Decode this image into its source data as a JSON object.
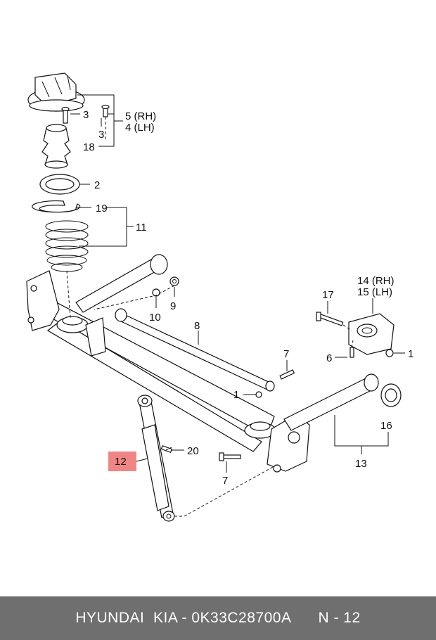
{
  "colors": {
    "highlight": "#f08585",
    "footer_bg": "#6f6f6f",
    "footer_text": "#ffffff"
  },
  "callouts": {
    "c1a": "1",
    "c1b": "1",
    "c2": "2",
    "c3a": "3",
    "c3b": "3",
    "c5rh": "5 (RH)",
    "c4lh": "4 (LH)",
    "c6": "6",
    "c7a": "7",
    "c7b": "7",
    "c8": "8",
    "c9": "9",
    "c10": "10",
    "c11": "11",
    "c12": "12",
    "c13": "13",
    "c14rh": "14 (RH)",
    "c15lh": "15 (LH)",
    "c16": "16",
    "c17": "17",
    "c18": "18",
    "c19": "19",
    "c20": "20"
  },
  "footer": {
    "brand": "HYUNDAI  KIA - 0K33C28700A",
    "page": "N - 12"
  }
}
